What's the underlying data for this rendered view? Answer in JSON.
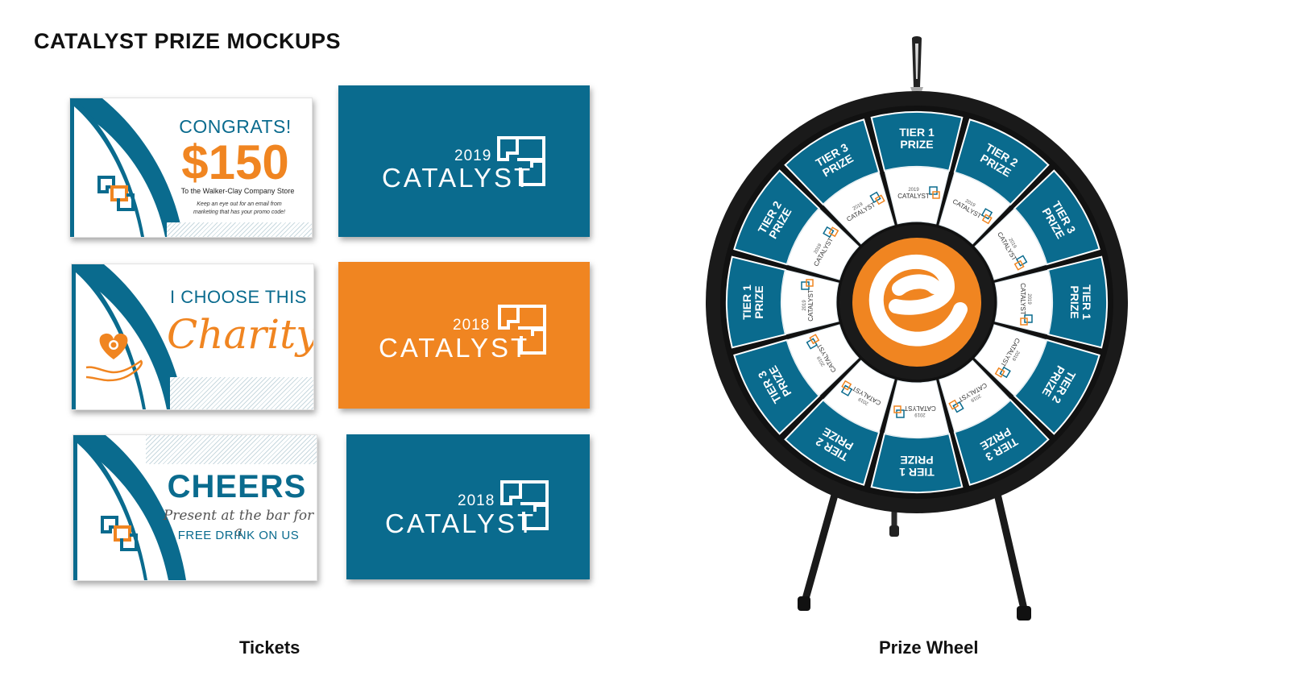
{
  "title": "CATALYST PRIZE MOCKUPS",
  "tickets": {
    "caption": "Tickets",
    "ticket1": {
      "congrats": "CONGRATS!",
      "amount": "$150",
      "store_line": "To the Walker-Clay Company Store",
      "note_line1": "Keep an eye out for an email from",
      "note_line2": "marketing that has your promo code!"
    },
    "ticket2": {
      "choose": "I CHOOSE THIS",
      "charity": "Charity"
    },
    "ticket3": {
      "cheers": "CHEERS",
      "present": "Present at the bar for a",
      "free": "FREE DRINK ON US"
    },
    "backs": [
      {
        "year": "2019",
        "name": "CATALYST",
        "color": "#0a6b8e"
      },
      {
        "year": "2018",
        "name": "CATALYST",
        "color": "#f08521"
      },
      {
        "year": "2018",
        "name": "CATALYST",
        "color": "#0a6b8e"
      }
    ]
  },
  "prize_wheel": {
    "caption": "Prize Wheel",
    "center_logo": "e-logo-icon",
    "segments": [
      {
        "line1": "TIER 1",
        "line2": "PRIZE"
      },
      {
        "line1": "TIER 2",
        "line2": "PRIZE"
      },
      {
        "line1": "TIER 3",
        "line2": "PRIZE"
      },
      {
        "line1": "TIER 1",
        "line2": "PRIZE"
      },
      {
        "line1": "TIER 2",
        "line2": "PRIZE"
      },
      {
        "line1": "TIER 3",
        "line2": "PRIZE"
      },
      {
        "line1": "TIER 1",
        "line2": "PRIZE"
      },
      {
        "line1": "TIER 2",
        "line2": "PRIZE"
      },
      {
        "line1": "TIER 3",
        "line2": "PRIZE"
      },
      {
        "line1": "TIER 1",
        "line2": "PRIZE"
      },
      {
        "line1": "TIER 2",
        "line2": "PRIZE"
      },
      {
        "line1": "TIER 3",
        "line2": "PRIZE"
      }
    ],
    "inner_logo": {
      "year": "2019",
      "name": "CATALYST"
    }
  },
  "colors": {
    "brand_blue": "#0a6b8e",
    "brand_orange": "#f08521",
    "wheel_black": "#1a1a1a"
  }
}
